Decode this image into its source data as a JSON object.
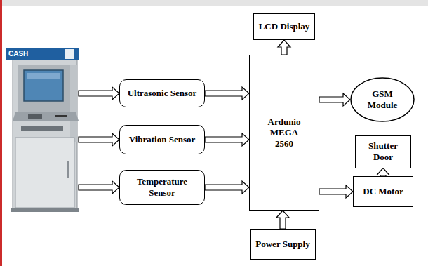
{
  "diagram": {
    "nodes": [
      {
        "text": [
          "LCD Display"
        ]
      },
      {
        "text": [
          "Ultrasonic Sensor"
        ]
      },
      {
        "text": [
          "Vibration Sensor"
        ]
      },
      {
        "text": [
          "Temperature Sensor"
        ]
      },
      {
        "text": [
          "Ardunio MEGA 2560"
        ]
      },
      {
        "text": [
          "GSM Module"
        ]
      },
      {
        "text": [
          "Shutter Door"
        ]
      },
      {
        "text": [
          "DC Motor"
        ]
      },
      {
        "text": [
          "Power Supply"
        ]
      }
    ],
    "edges": [
      {
        "from": 1,
        "to": 4,
        "arrow": "to"
      },
      {
        "from": 2,
        "to": 4,
        "arrow": "to"
      },
      {
        "from": 3,
        "to": 4,
        "arrow": "to"
      },
      {
        "from": 4,
        "to": 0,
        "arrow": "to"
      },
      {
        "from": 4,
        "to": 5,
        "arrow": "to"
      },
      {
        "from": 4,
        "to": 7,
        "arrow": "to"
      },
      {
        "from": 7,
        "to": 6,
        "arrow": "to"
      },
      {
        "from": 8,
        "to": 4,
        "arrow": "to"
      }
    ],
    "labels": [
      "CASH"
    ]
  }
}
